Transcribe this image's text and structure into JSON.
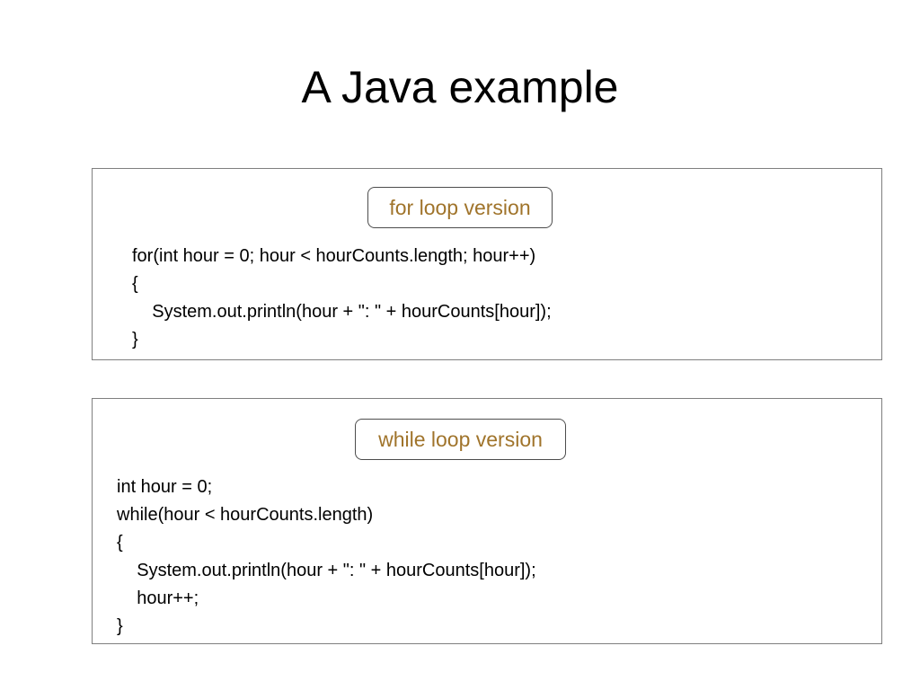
{
  "slide": {
    "title": "A Java example"
  },
  "for_box": {
    "caption": "for loop version",
    "lines": [
      "for(int hour = 0; hour < hourCounts.length; hour++)",
      "{",
      "    System.out.println(hour + \": \" + hourCounts[hour]);",
      "}"
    ]
  },
  "while_box": {
    "caption": "while loop version",
    "lines": [
      "int hour = 0;",
      "while(hour < hourCounts.length)",
      "{",
      "    System.out.println(hour + \": \" + hourCounts[hour]);",
      "    hour++;",
      "}"
    ]
  },
  "colors": {
    "caption_text": "#a0742b",
    "box_border": "#7f7f7f"
  }
}
